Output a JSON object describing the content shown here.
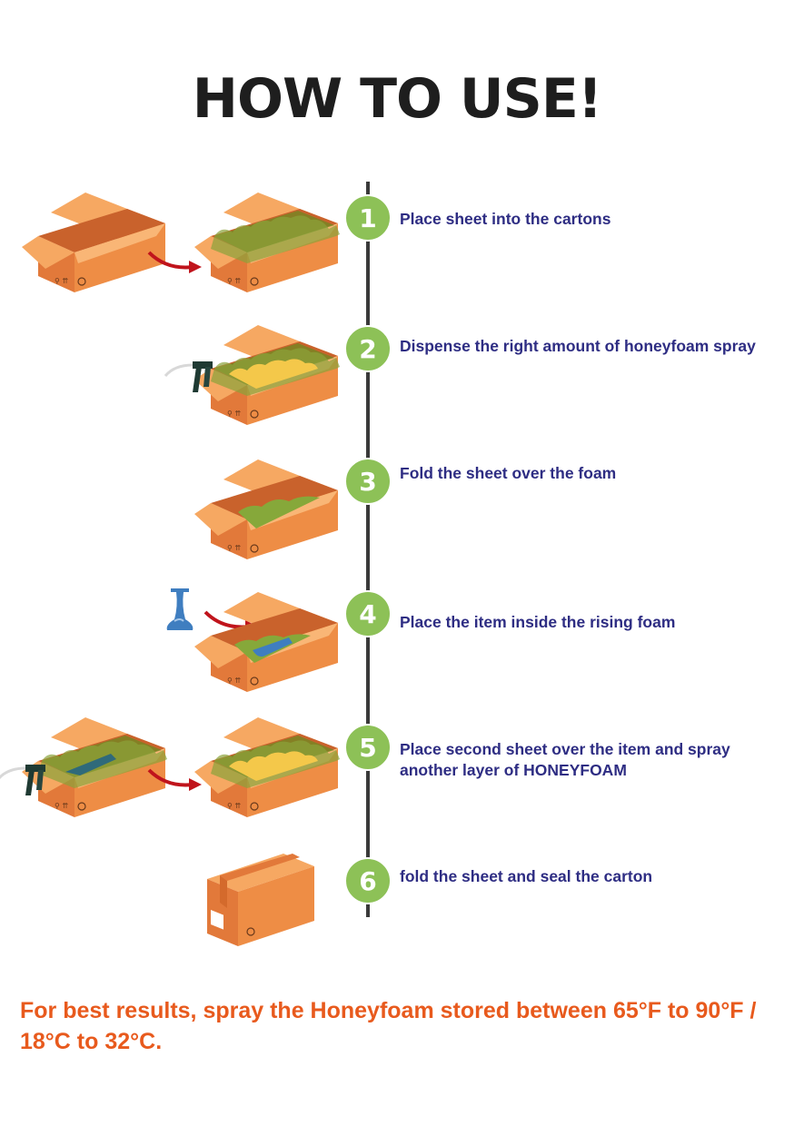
{
  "title": "HOW TO USE!",
  "steps": [
    {
      "number": "1",
      "text": "Place sheet into the cartons"
    },
    {
      "number": "2",
      "text": "Dispense the right amount of honeyfoam spray"
    },
    {
      "number": "3",
      "text": "Fold the sheet over the foam"
    },
    {
      "number": "4",
      "text": "Place the item inside the rising foam"
    },
    {
      "number": "5",
      "text": "Place  second sheet over the item  and spray another layer of HONEYFOAM"
    },
    {
      "number": "6",
      "text": "fold the sheet and seal the carton"
    }
  ],
  "note": "For best results, spray the Honeyfoam stored between 65°F to 90°F / 18°C to 32°C.",
  "colors": {
    "step_circle": "#8dc157",
    "step_text": "#2e2d83",
    "note": "#e85a1d",
    "box": "#ee8d45",
    "arrow": "#c0141c",
    "sheet": "#7f9a2c",
    "foam": "#f4c84a",
    "item": "#3f7ec0"
  },
  "icons": [
    "open-carton-icon",
    "carton-with-sheet-icon",
    "spray-gun-icon",
    "arrow-icon",
    "vase-icon",
    "sealed-carton-icon"
  ]
}
